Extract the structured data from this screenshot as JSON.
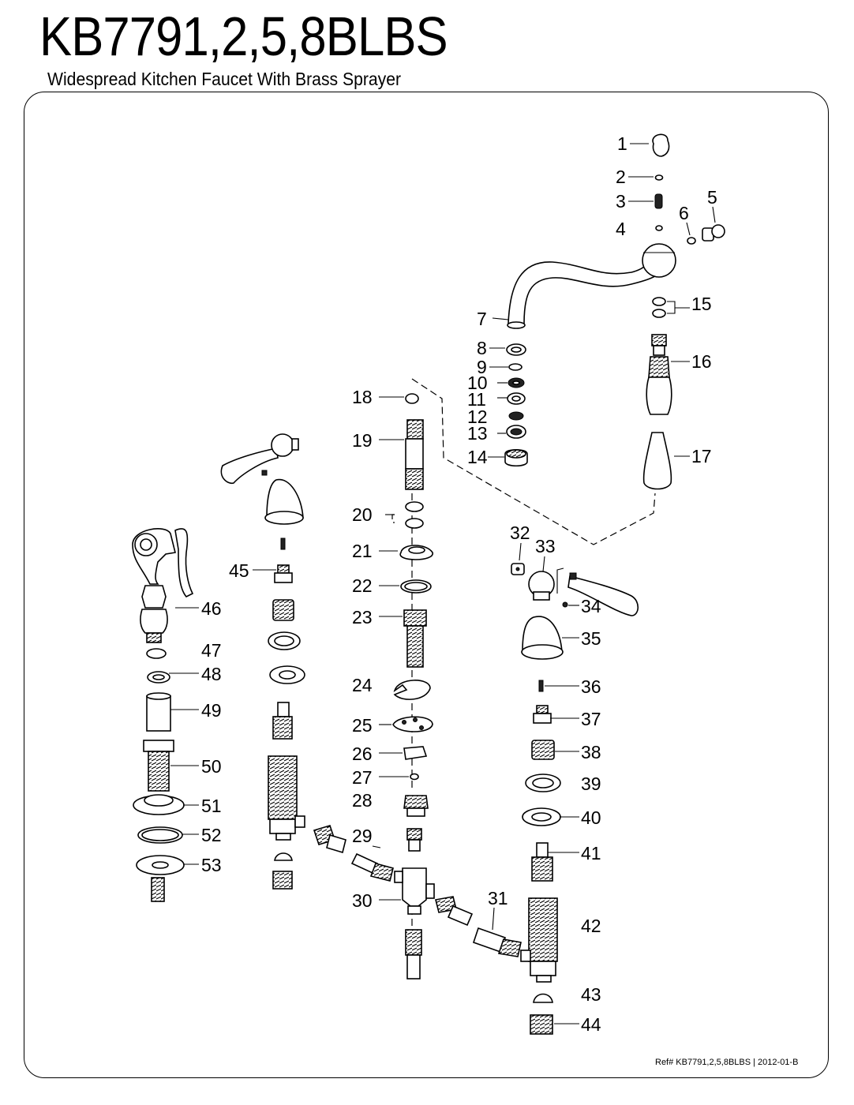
{
  "header": {
    "title": "KB7791,2,5,8BLBS",
    "subtitle": "Widespread Kitchen Faucet With Brass Sprayer"
  },
  "footer": {
    "ref": "Ref# KB7791,2,5,8BLBS | 2012-01-B"
  },
  "labels": {
    "p1": "1",
    "p2": "2",
    "p3": "3",
    "p4": "4",
    "p5": "5",
    "p6": "6",
    "p7": "7",
    "p8": "8",
    "p9": "9",
    "p10": "10",
    "p11": "11",
    "p12": "12",
    "p13": "13",
    "p14": "14",
    "p15": "15",
    "p16": "16",
    "p17": "17",
    "p18": "18",
    "p19": "19",
    "p20": "20",
    "p21": "21",
    "p22": "22",
    "p23": "23",
    "p24": "24",
    "p25": "25",
    "p26": "26",
    "p27": "27",
    "p28": "28",
    "p29": "29",
    "p30": "30",
    "p31": "31",
    "p32": "32",
    "p33": "33",
    "p34": "34",
    "p35": "35",
    "p36": "36",
    "p37": "37",
    "p38": "38",
    "p39": "39",
    "p40": "40",
    "p41": "41",
    "p42": "42",
    "p43": "43",
    "p44": "44",
    "p45": "45",
    "p46": "46",
    "p47": "47",
    "p48": "48",
    "p49": "49",
    "p50": "50",
    "p51": "51",
    "p52": "52",
    "p53": "53"
  }
}
